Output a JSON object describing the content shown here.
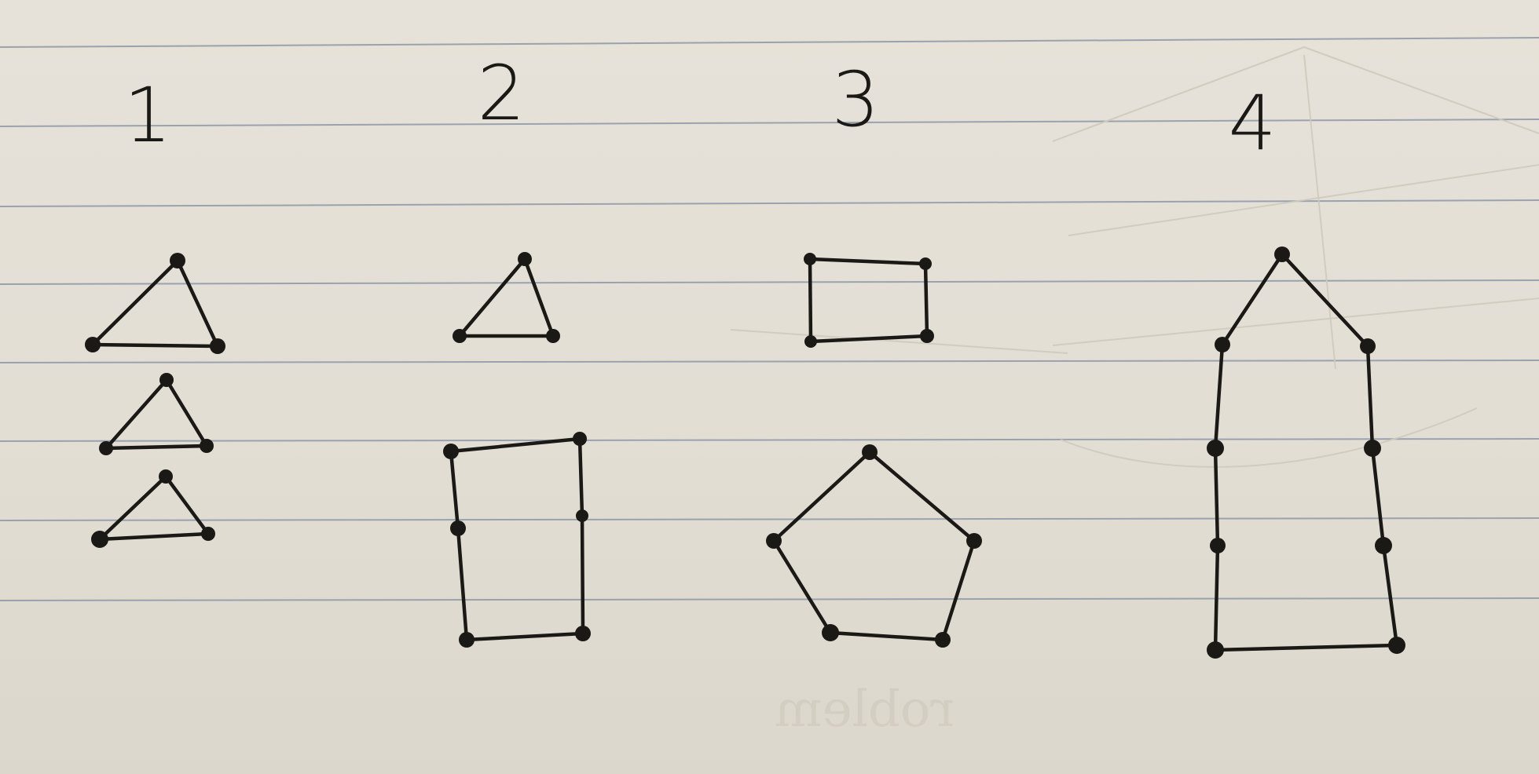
{
  "diagram": {
    "columns": [
      {
        "label": "1",
        "graphs": [
          {
            "kind": "triangle",
            "vertices": 3
          },
          {
            "kind": "triangle",
            "vertices": 3
          },
          {
            "kind": "triangle",
            "vertices": 3
          }
        ]
      },
      {
        "label": "2",
        "graphs": [
          {
            "kind": "triangle",
            "vertices": 3
          },
          {
            "kind": "cycle",
            "vertices": 6
          }
        ]
      },
      {
        "label": "3",
        "graphs": [
          {
            "kind": "cycle",
            "vertices": 4
          },
          {
            "kind": "pentagon",
            "vertices": 5
          }
        ]
      },
      {
        "label": "4",
        "graphs": [
          {
            "kind": "cycle",
            "vertices": 9
          }
        ]
      }
    ],
    "colors": {
      "ink": "#1b1916",
      "paper": "#e4e0d6",
      "rule_line": "#8d98a8"
    }
  }
}
